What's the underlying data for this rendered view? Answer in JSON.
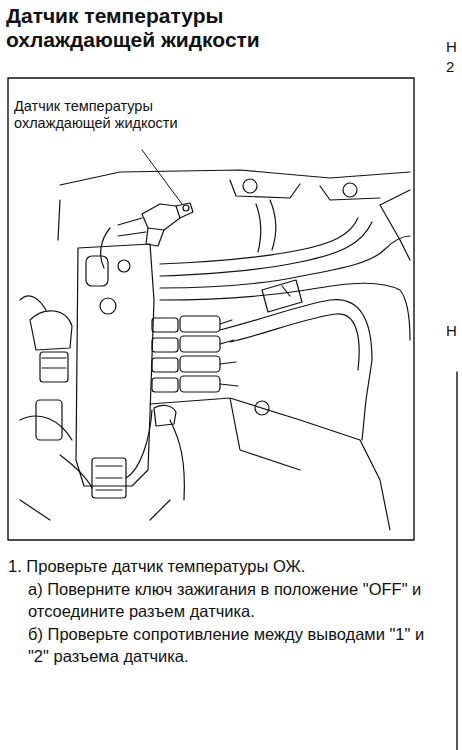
{
  "diagram": {
    "title": "Датчик температуры охлаждающей жидкости",
    "labels": [
      "Датчик температуры охлаждающей жидкости",
      "Н",
      "2",
      "Н",
      "1. Проверьте датчик температуры ОЖ.",
      "а) Поверните ключ зажигания в положение \"OFF\" и отсоедините разъем датчика.",
      "б) Проверьте сопротивление между выводами \"1\" и \"2\" разъема датчика."
    ]
  }
}
